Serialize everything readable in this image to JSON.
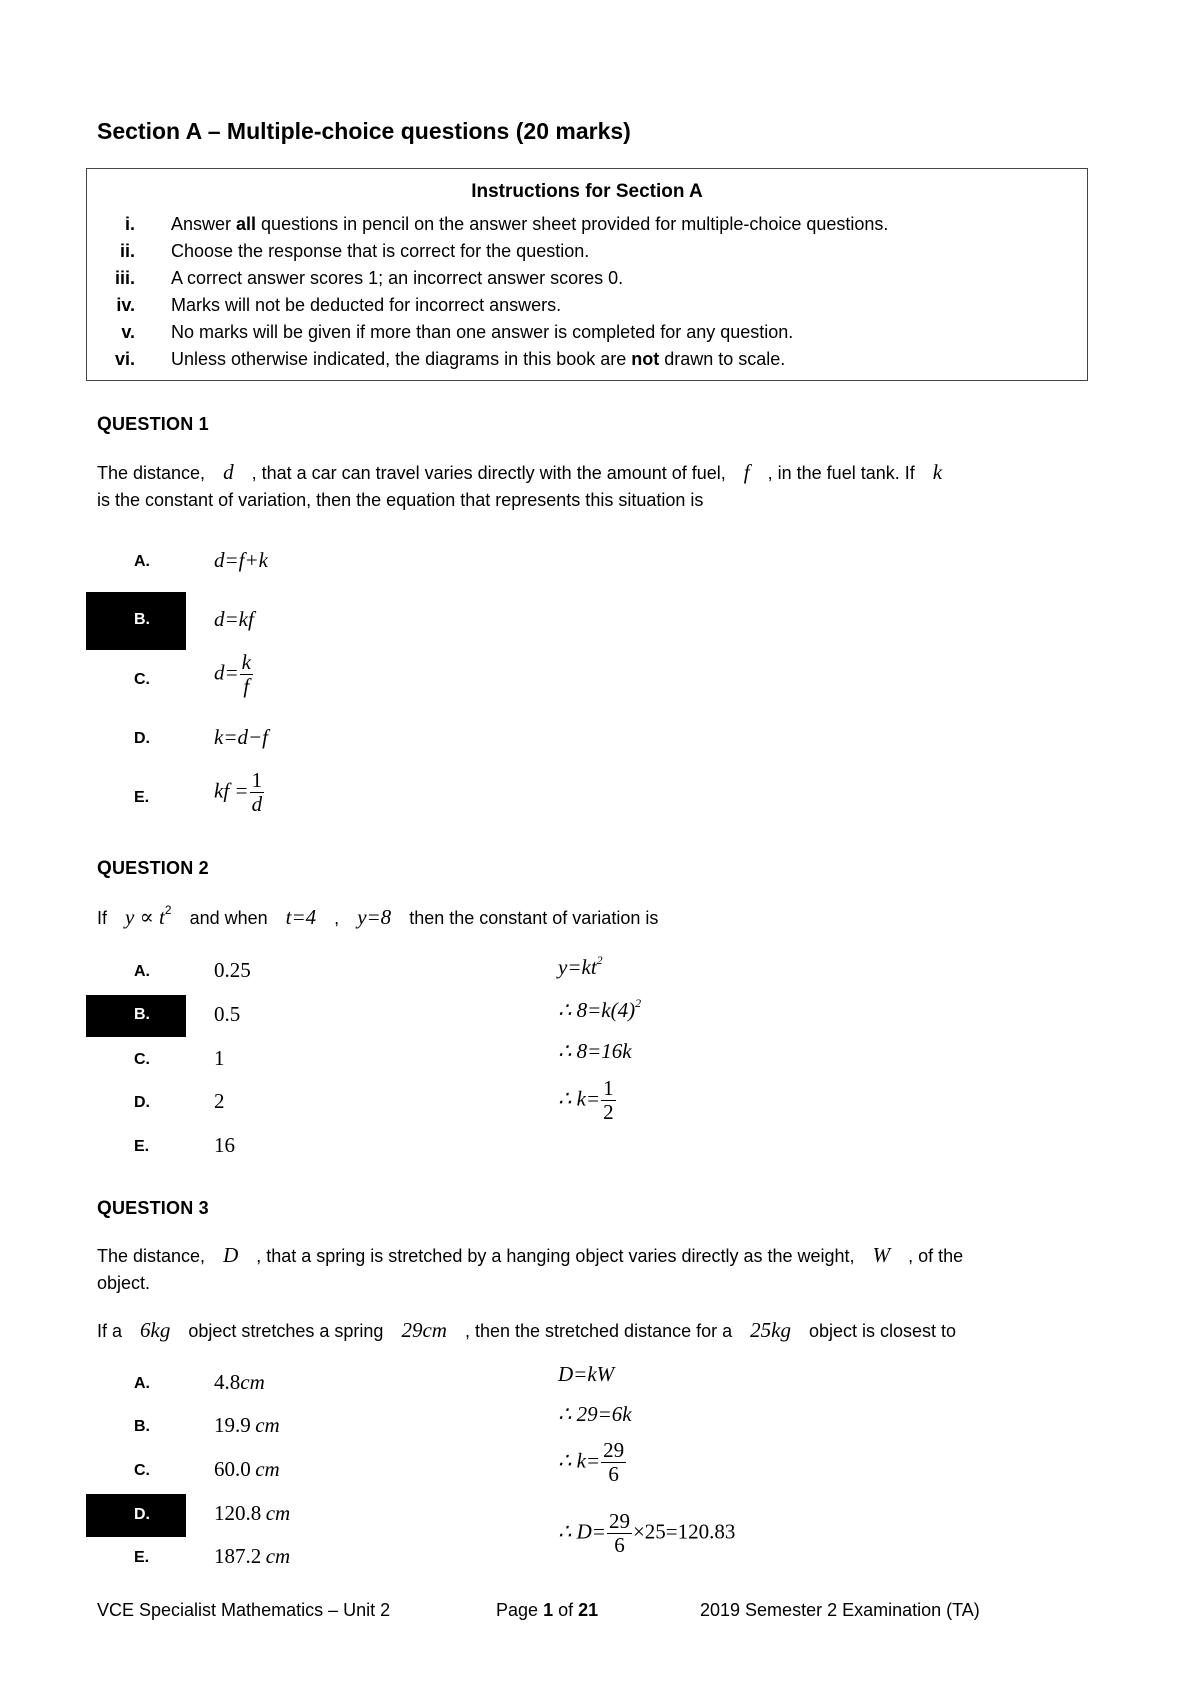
{
  "section": {
    "title": "Section A – Multiple-choice questions (20 marks)"
  },
  "instructions": {
    "title": "Instructions for Section A",
    "items": [
      {
        "num": "i.",
        "pre": "Answer ",
        "bold": "all",
        "post": " questions in pencil on the answer sheet provided for multiple-choice questions."
      },
      {
        "num": "ii.",
        "pre": "Choose the response that is correct for the question.",
        "bold": "",
        "post": ""
      },
      {
        "num": "iii.",
        "pre": "A correct answer scores 1; an incorrect answer scores 0.",
        "bold": "",
        "post": ""
      },
      {
        "num": "iv.",
        "pre": "Marks will not be deducted for incorrect answers.",
        "bold": "",
        "post": ""
      },
      {
        "num": "v.",
        "pre": "No marks will be given if more than one answer is completed for any question.",
        "bold": "",
        "post": ""
      },
      {
        "num": "vi.",
        "pre": "Unless otherwise indicated, the diagrams in this book are ",
        "bold": "not",
        "post": " drawn to scale."
      }
    ]
  },
  "q1": {
    "heading_cap": "Q",
    "heading_rest": "UESTION",
    "number": "1",
    "text_1a": "The distance,",
    "var_d": "d",
    "text_1b": ", that a car can travel varies directly with the amount of fuel,",
    "var_f": "f",
    "text_1c": ", in the fuel tank. If",
    "var_k": "k",
    "text_2": "is the constant of variation, then the equation that represents this situation is",
    "options": [
      {
        "letter": "A.",
        "expr": "d=f+k"
      },
      {
        "letter": "B.",
        "expr": "d=kf"
      },
      {
        "letter": "C.",
        "lhs": "d=",
        "num": "k",
        "den": "f"
      },
      {
        "letter": "D.",
        "expr": "k=d−f"
      },
      {
        "letter": "E.",
        "lhs": "kf =",
        "num": "1",
        "den": "d"
      }
    ],
    "selected": "B."
  },
  "q2": {
    "heading_cap": "Q",
    "heading_rest": "UESTION",
    "number": "2",
    "t_if": "If",
    "m_prop": "y ∝ t",
    "m_prop_exp": "2",
    "t_andwhen": "and when",
    "m_t4": "t=4",
    "t_comma": ",",
    "m_y8": "y=8",
    "t_then": "then the constant of variation is",
    "options": [
      {
        "letter": "A.",
        "value": "0.25"
      },
      {
        "letter": "B.",
        "value": "0.5"
      },
      {
        "letter": "C.",
        "value": "1"
      },
      {
        "letter": "D.",
        "value": "2"
      },
      {
        "letter": "E.",
        "value": "16"
      }
    ],
    "selected": "B.",
    "working": {
      "line1": "y=kt",
      "line1_exp": "2",
      "line2": "∴ 8=k(4)",
      "line2_exp": "2",
      "line3": "∴ 8=16k",
      "line4_lhs": "∴ k=",
      "line4_num": "1",
      "line4_den": "2"
    }
  },
  "q3": {
    "heading_cap": "Q",
    "heading_rest": "UESTION",
    "number": "3",
    "text_1a": "The distance,",
    "var_D": "D",
    "text_1b": ", that a spring is stretched by a hanging object varies directly as the weight,",
    "var_W": "W",
    "text_1c": ", of the",
    "text_2": "object.",
    "t3_ifa": "If a",
    "m_6kg": "6kg",
    "t3_b": "object stretches a spring",
    "m_29cm": "29cm",
    "t3_c": ", then the stretched distance for a",
    "m_25kg": "25kg",
    "t3_d": "object is closest to",
    "options": [
      {
        "letter": "A.",
        "value": "4.8",
        "unit": "cm"
      },
      {
        "letter": "B.",
        "value": "19.9",
        "unit": "cm"
      },
      {
        "letter": "C.",
        "value": "60.0",
        "unit": "cm"
      },
      {
        "letter": "D.",
        "value": "120.8",
        "unit": "cm"
      },
      {
        "letter": "E.",
        "value": "187.2",
        "unit": "cm"
      }
    ],
    "selected": "D.",
    "working": {
      "line1": "D=kW",
      "line2": "∴ 29=6k",
      "line3_lhs": "∴ k=",
      "line3_num": "29",
      "line3_den": "6",
      "line4_lhs": "∴ D=",
      "line4_num": "29",
      "line4_den": "6",
      "line4_rhs": "×25=120.83"
    }
  },
  "footer": {
    "left": "VCE Specialist Mathematics – Unit 2",
    "page_word": "Page",
    "page_num": "1",
    "page_of": "of",
    "page_total": "21",
    "right": "2019 Semester 2 Examination (TA)"
  }
}
